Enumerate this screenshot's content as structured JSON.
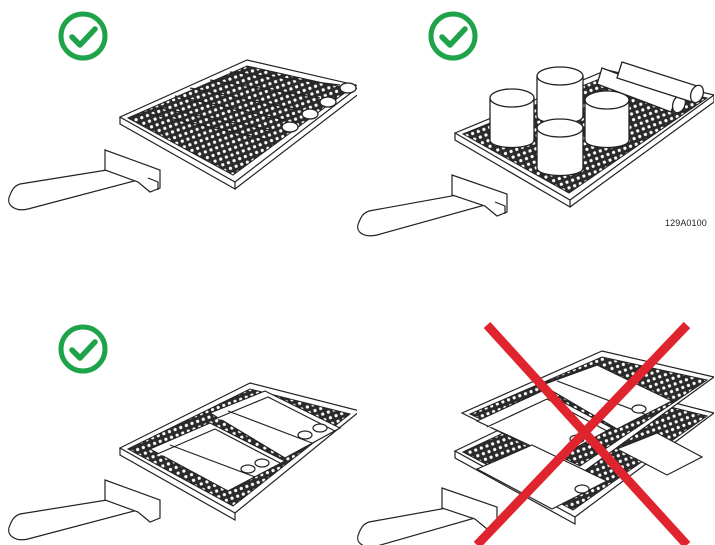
{
  "figure": {
    "reference_code": "129A0100",
    "colors": {
      "check_green": "#1fa34a",
      "cross_red": "#e0242e",
      "line": "#222222",
      "grid": "#2b2b2b"
    },
    "panels": [
      {
        "content": "instruments",
        "verdict": "allowed",
        "icon": "check-circle-icon"
      },
      {
        "content": "cylindrical-containers",
        "verdict": "allowed",
        "icon": "check-circle-icon"
      },
      {
        "content": "pouched-instruments-single-tray",
        "verdict": "allowed",
        "icon": "check-circle-icon"
      },
      {
        "content": "pouched-instruments-stacked-trays",
        "verdict": "not-allowed",
        "icon": "red-cross-icon"
      }
    ]
  }
}
